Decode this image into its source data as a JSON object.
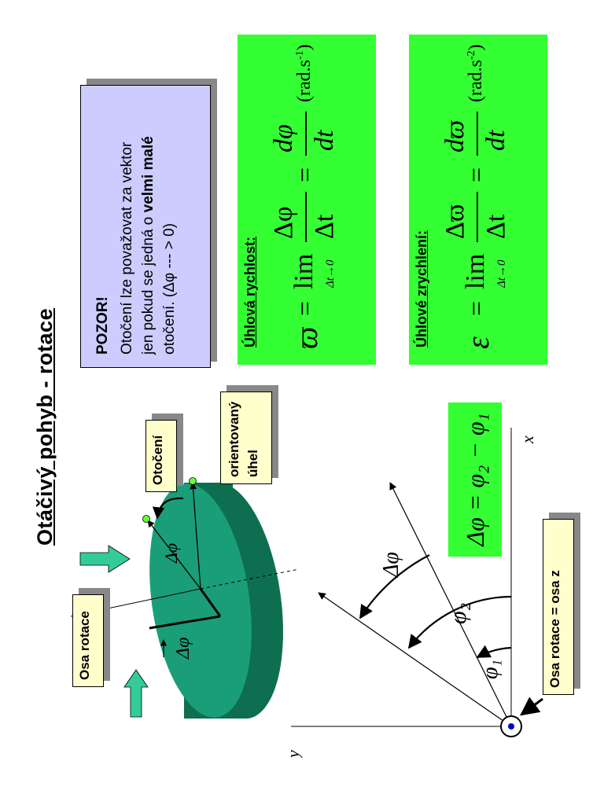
{
  "title": "Otáčivý pohyb - rotace",
  "labels": {
    "osa_rotace": "Osa rotace",
    "otoceni": "Otočení",
    "orientovany": "orientovaný",
    "uhel": "úhel",
    "osa_rotace_z": "Osa rotace = osa z"
  },
  "note": {
    "heading": "POZOR!",
    "line1": "Otočení lze považovat za vektor",
    "line2a": "jen pokud se jedná o ",
    "line2b": "velmi malé",
    "line3": "otočení.  (Δφ --- > 0)"
  },
  "angular_velocity": {
    "label": "Úhlová rychlost:",
    "lhs": "ϖ",
    "lim": "lim",
    "lim_sub": "Δt→0",
    "num1": "Δφ",
    "den1": "Δt",
    "num2": "dφ",
    "den2": "dt",
    "unit": "(rad.s",
    "unit_exp": "-1",
    "unit_close": ")"
  },
  "angular_acceleration": {
    "label": "Úhlové zrychlení:",
    "lhs": "ε",
    "lim": "lim",
    "lim_sub": "Δt→0",
    "num1": "Δϖ",
    "den1": "Δt",
    "num2": "dϖ",
    "den2": "dt",
    "unit": "(rad.s",
    "unit_exp": "-2",
    "unit_close": ")"
  },
  "delta_phi_formula": "Δφ = φ₂ − φ₁",
  "disk_labels": {
    "dphi_vector": "Δφ",
    "dphi_arc": "Δφ"
  },
  "axes": {
    "x": "x",
    "y": "y",
    "phi1": "φ₁",
    "phi2": "φ₂",
    "dphi": "Δφ"
  },
  "colors": {
    "disk": "#1a9e77",
    "disk_edge": "#0e6e50",
    "arrow_teal": "#33cc99",
    "green_box": "#33ff33",
    "note_box": "#ccccff",
    "label_box": "#ffffcc",
    "shadow": "#888888"
  }
}
